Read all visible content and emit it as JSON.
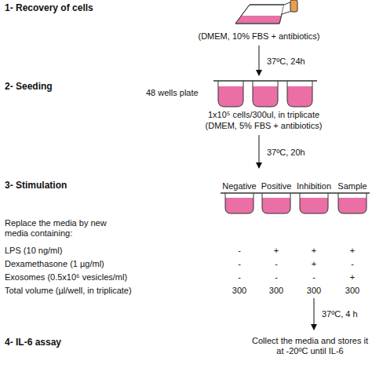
{
  "diagram": {
    "labels": [
      "1- Recovery of cells",
      "(DMEM, 10% FBS + antibiotics)",
      "37ºC, 24h",
      "2- Seeding",
      "48 wells plate",
      "1x10⁵ cells/300ul, in triplicate",
      "(DMEM, 5% FBS + antibiotics)",
      "37ºC, 20h",
      "3- Stimulation",
      "Negative",
      "Positive",
      "Inhibition",
      "Sample",
      "Replace the media by new media containing:",
      "LPS (10 ng/ml)",
      "-",
      "+",
      "+",
      "+",
      "Dexamethasone (1 µg/ml)",
      "-",
      "-",
      "+",
      "-",
      "Exosomes (0.5x10⁶ vesicles/ml)",
      "-",
      "-",
      "-",
      "+",
      "Total volume (µl/well, in triplicate)",
      "300",
      "300",
      "300",
      "300",
      "37ºC, 4 h",
      "4- IL-6 assay",
      "Collect the media and stores it at -20ºC until IL-6"
    ]
  }
}
